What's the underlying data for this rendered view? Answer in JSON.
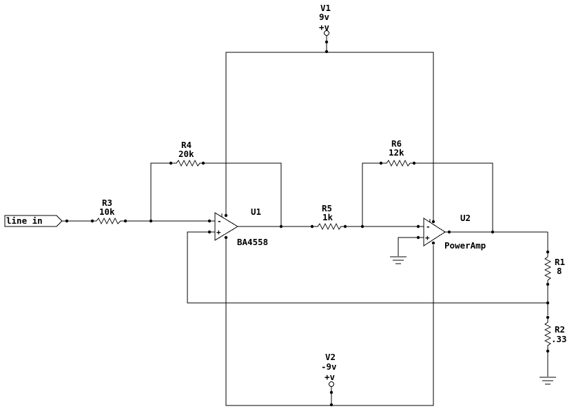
{
  "components": {
    "v1": {
      "ref": "V1",
      "value": "9v",
      "terminal": "+v"
    },
    "v2": {
      "ref": "V2",
      "value": "-9v",
      "terminal": "+v"
    },
    "r1": {
      "ref": "R1",
      "value": "8"
    },
    "r2": {
      "ref": "R2",
      "value": ".33"
    },
    "r3": {
      "ref": "R3",
      "value": "10k"
    },
    "r4": {
      "ref": "R4",
      "value": "20k"
    },
    "r5": {
      "ref": "R5",
      "value": "1k"
    },
    "r6": {
      "ref": "R6",
      "value": "12k"
    },
    "u1": {
      "ref": "U1",
      "part": "BA4558"
    },
    "u2": {
      "ref": "U2",
      "part": "PowerAmp"
    }
  },
  "ports": {
    "input": "line in"
  },
  "opamp_pins": {
    "minus": "-",
    "plus": "+"
  }
}
